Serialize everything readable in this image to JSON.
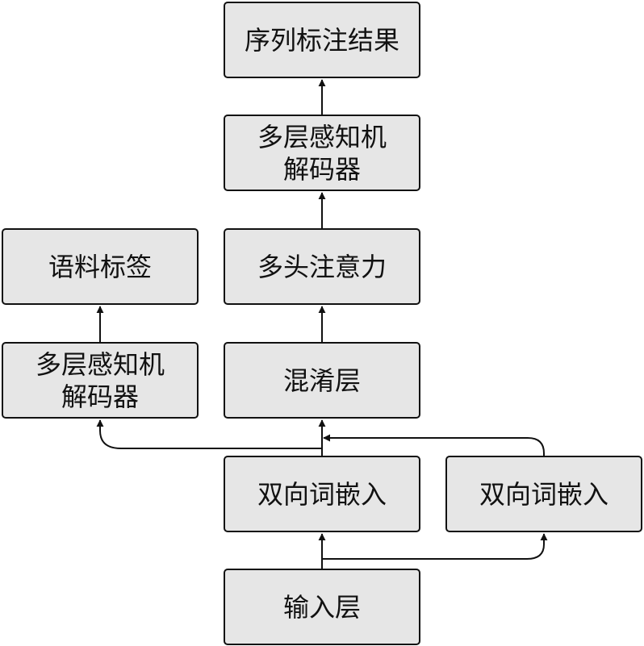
{
  "nodes": {
    "result": "序列标注结果",
    "mlp_decoder_top": "多层感知机\n解码器",
    "multi_head_attention": "多头注意力",
    "corpus_label": "语料标签",
    "mlp_decoder_left": "多层感知机\n解码器",
    "confusion_layer": "混淆层",
    "bi_word_embedding_main": "双向词嵌入",
    "bi_word_embedding_side": "双向词嵌入",
    "input_layer": "输入层"
  },
  "colors": {
    "node_fill": "#e6e6e6",
    "border": "#111111",
    "arrow": "#111111"
  }
}
